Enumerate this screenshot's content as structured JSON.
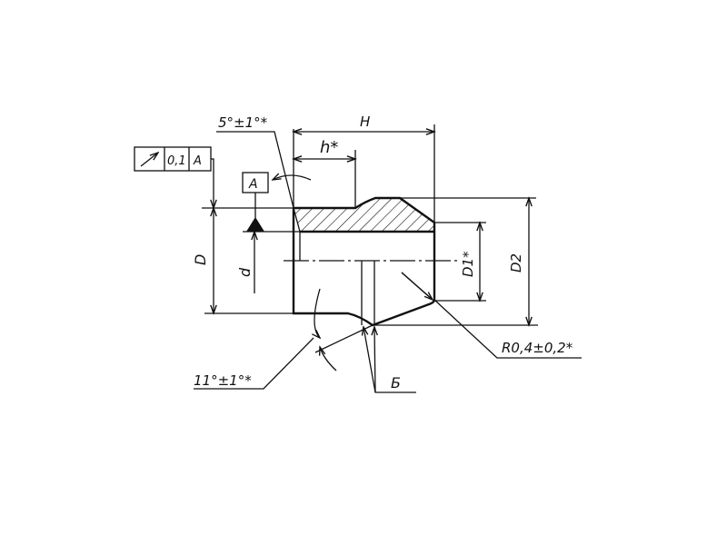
{
  "drawing": {
    "tolerance_frame": {
      "symbol": "runout-arrow",
      "value": "0,1",
      "datum": "A"
    },
    "datum_label": "A",
    "dimensions": {
      "H": "H",
      "h": "h*",
      "D": "D",
      "d": "d",
      "D1": "D1*",
      "D2": "D2"
    },
    "angle_top": "5°±1°*",
    "angle_bottom": "11°±1°*",
    "radius": "R0,4±0,2*",
    "surface_label": "Б"
  }
}
